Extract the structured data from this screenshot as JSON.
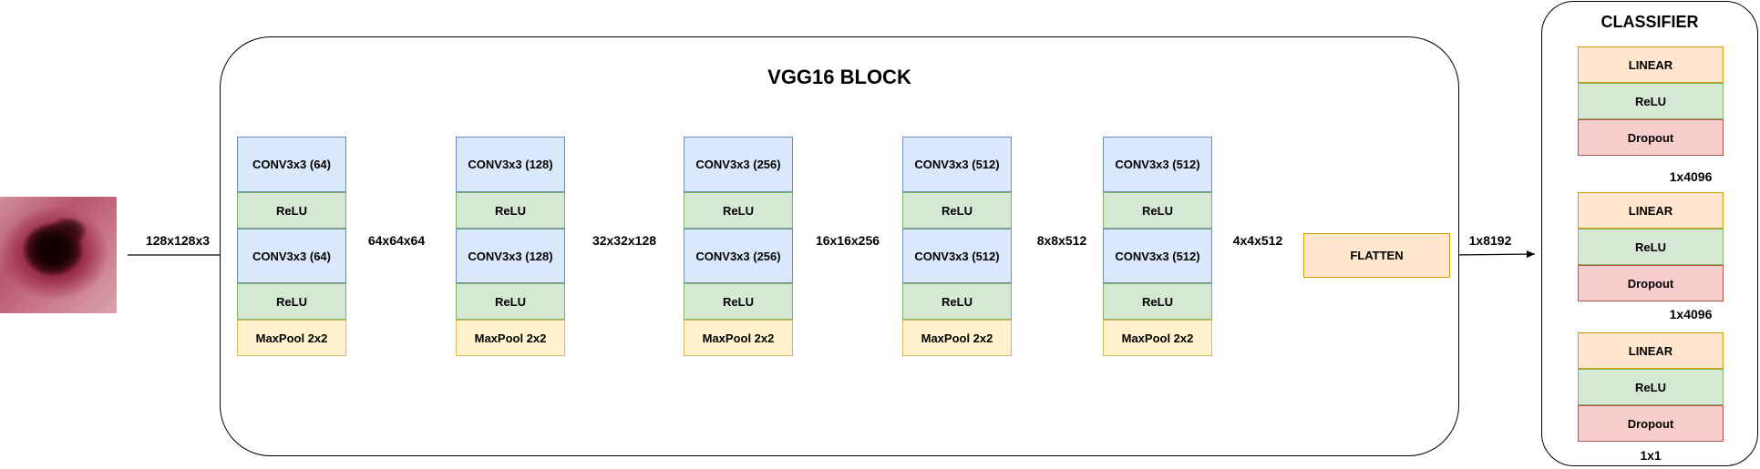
{
  "vgg_title": "VGG16 BLOCK",
  "classifier_title": "CLASSIFIER",
  "input_image_alt": "skin lesion input image",
  "flatten_label": "FLATTEN",
  "blocks": [
    {
      "conv1": "CONV3x3 (64)",
      "relu1": "ReLU",
      "conv2": "CONV3x3 (64)",
      "relu2": "ReLU",
      "pool": "MaxPool 2x2"
    },
    {
      "conv1": "CONV3x3 (128)",
      "relu1": "ReLU",
      "conv2": "CONV3x3 (128)",
      "relu2": "ReLU",
      "pool": "MaxPool 2x2"
    },
    {
      "conv1": "CONV3x3 (256)",
      "relu1": "ReLU",
      "conv2": "CONV3x3 (256)",
      "relu2": "ReLU",
      "pool": "MaxPool 2x2"
    },
    {
      "conv1": "CONV3x3 (512)",
      "relu1": "ReLU",
      "conv2": "CONV3x3 (512)",
      "relu2": "ReLU",
      "pool": "MaxPool 2x2"
    },
    {
      "conv1": "CONV3x3 (512)",
      "relu1": "ReLU",
      "conv2": "CONV3x3 (512)",
      "relu2": "ReLU",
      "pool": "MaxPool 2x2"
    }
  ],
  "dims": [
    "128x128x3",
    "64x64x64",
    "32x32x128",
    "16x16x256",
    "8x8x512",
    "4x4x512",
    "1x8192"
  ],
  "classifier_groups": [
    {
      "linear": "LINEAR",
      "relu": "ReLU",
      "dropout": "Dropout"
    },
    {
      "linear": "LINEAR",
      "relu": "ReLU",
      "dropout": "Dropout"
    },
    {
      "linear": "LINEAR",
      "relu": "ReLU",
      "dropout": "Dropout"
    }
  ],
  "classifier_dims": [
    "1x4096",
    "1x4096"
  ],
  "output_dim": "1x1"
}
